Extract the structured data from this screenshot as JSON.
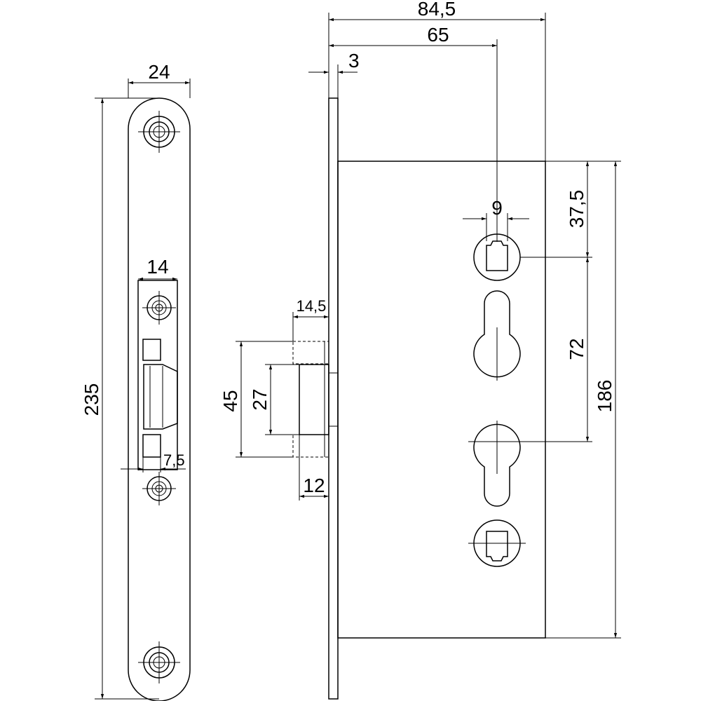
{
  "colors": {
    "line": "#000000",
    "background": "#ffffff"
  },
  "dims": {
    "strike_width": "24",
    "strike_length": "235",
    "strike_hole_spacing": "14",
    "strike_offset": "7,5",
    "overall_width": "84,5",
    "backset": "65",
    "faceplate_thickness": "3",
    "latch_projection": "14,5",
    "latch_height": "45",
    "bolt_height": "27",
    "deadbolt_projection": "12",
    "spindle": "9",
    "spindle_offset": "37,5",
    "centre_distance": "72",
    "case_height": "186"
  }
}
